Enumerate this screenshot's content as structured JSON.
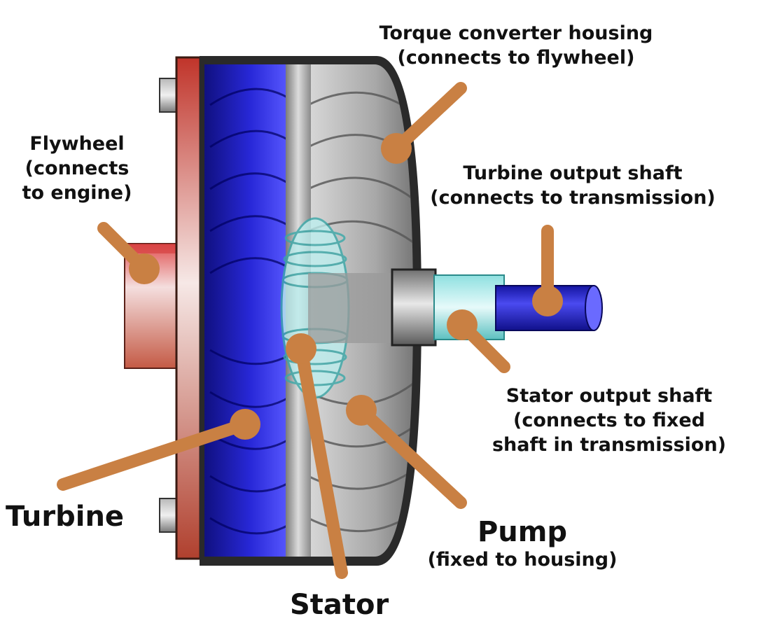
{
  "colors": {
    "background": "#ffffff",
    "leader": "#c98043",
    "turbine_blue": "#2a2ad0",
    "housing_gray": "#9a9a9a",
    "flywheel_red": "#b83a2a",
    "stator_cyan": "#7fd6d6",
    "text": "#111111"
  },
  "labels": {
    "housing": {
      "line1": "Torque converter housing",
      "line2": "(connects to flywheel)"
    },
    "flywheel": {
      "line1": "Flywheel",
      "line2": "(connects",
      "line3": "to engine)"
    },
    "turbine_shaft": {
      "line1": "Turbine output shaft",
      "line2": "(connects to transmission)"
    },
    "stator_shaft": {
      "line1": "Stator output shaft",
      "line2": "(connects to fixed",
      "line3": "shaft in transmission)"
    },
    "turbine": {
      "name": "Turbine"
    },
    "pump": {
      "name": "Pump",
      "sub": "(fixed to housing)"
    },
    "stator": {
      "name": "Stator"
    }
  }
}
